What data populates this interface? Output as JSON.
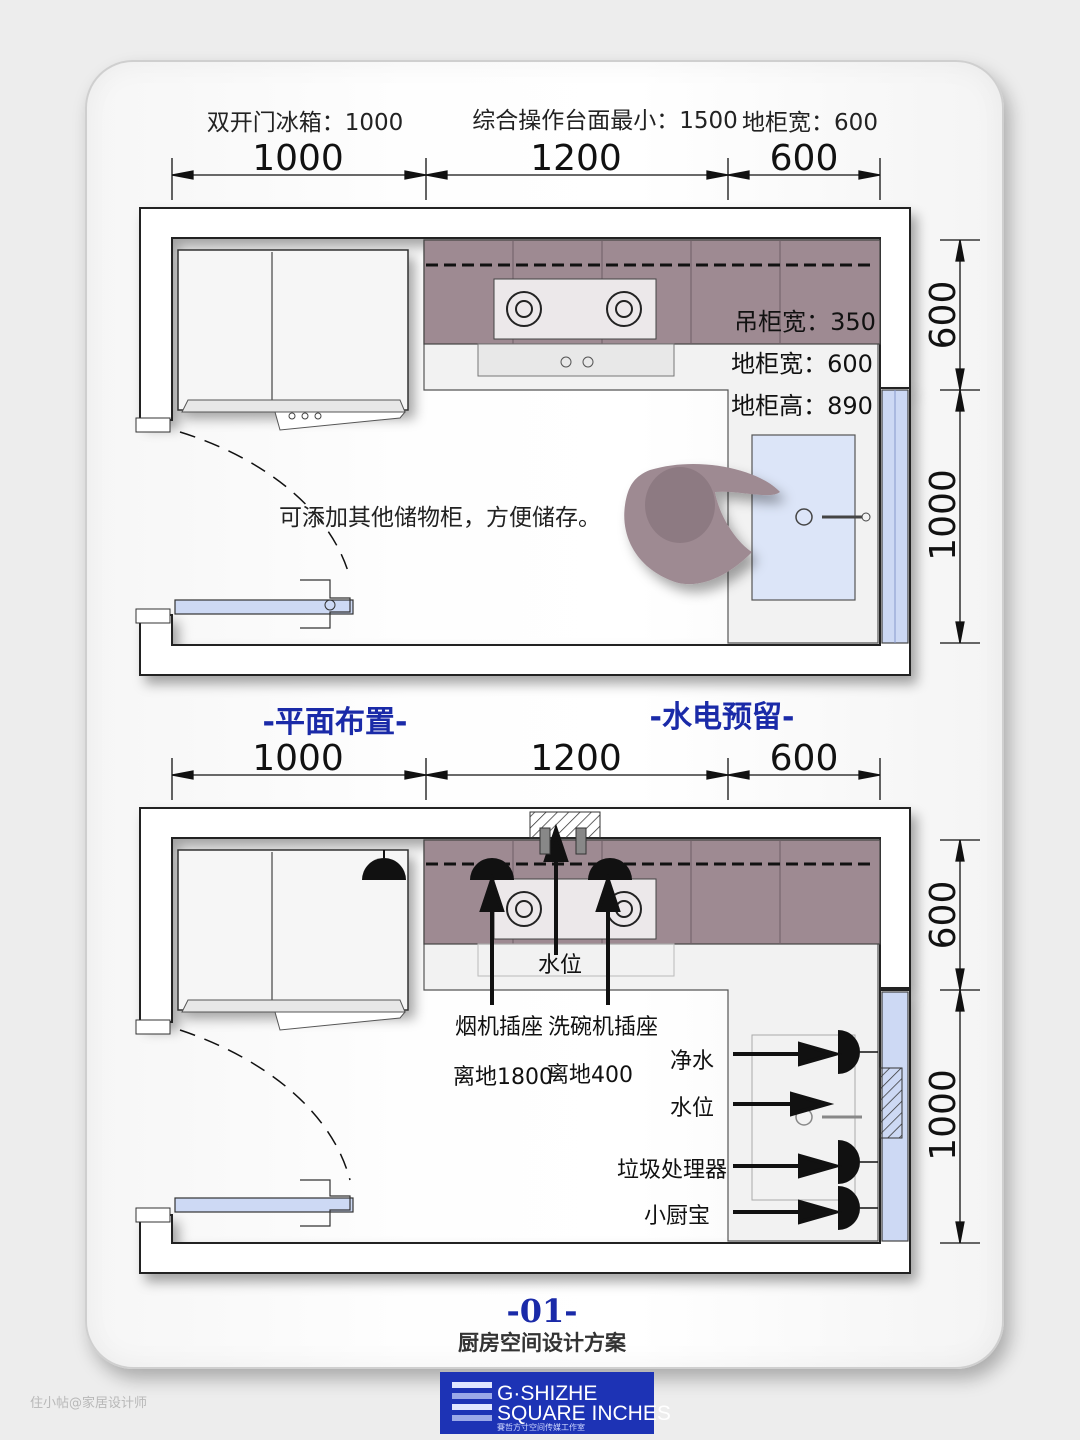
{
  "top_plan": {
    "notes": {
      "fridge": "双开门冰箱：1000",
      "counter": "综合操作台面最小：1500",
      "base_width": "地柜宽：600"
    },
    "dims_top": [
      "1000",
      "1200",
      "600"
    ],
    "dims_right": [
      "600",
      "1000"
    ],
    "specs": {
      "wall_cabinet": "吊柜宽：350",
      "base_width": "地柜宽：600",
      "base_height": "地柜高：890"
    },
    "storage_note": "可添加其他储物柜，方便储存。"
  },
  "headings": {
    "layout": "-平面布置-",
    "utilities": "-水电预留-"
  },
  "bottom_plan": {
    "dims_top": [
      "1000",
      "1200",
      "600"
    ],
    "dims_right": [
      "600",
      "1000"
    ],
    "labels": {
      "water": "水位",
      "hood_socket": "烟机插座",
      "hood_height": "离地1800",
      "dishwasher_socket": "洗碗机插座",
      "dishwasher_height": "离地400",
      "purified_water": "净水",
      "water_point": "水位",
      "disposer": "垃圾处理器",
      "mini_heater": "小厨宝"
    }
  },
  "footer": {
    "number": "-01-",
    "title": "厨房空间设计方案",
    "watermark": "住小帖@家居设计师",
    "logo_line1": "G·SHIZHE",
    "logo_line2": "SQUARE INCHES",
    "logo_line3": "賽哲方寸空间传媒工作室"
  },
  "colors": {
    "cabinet": "#9e8a92",
    "accent_blue": "#1a2aa8",
    "glass": "#cdd9f4",
    "logo_bg": "#1d33b5"
  }
}
